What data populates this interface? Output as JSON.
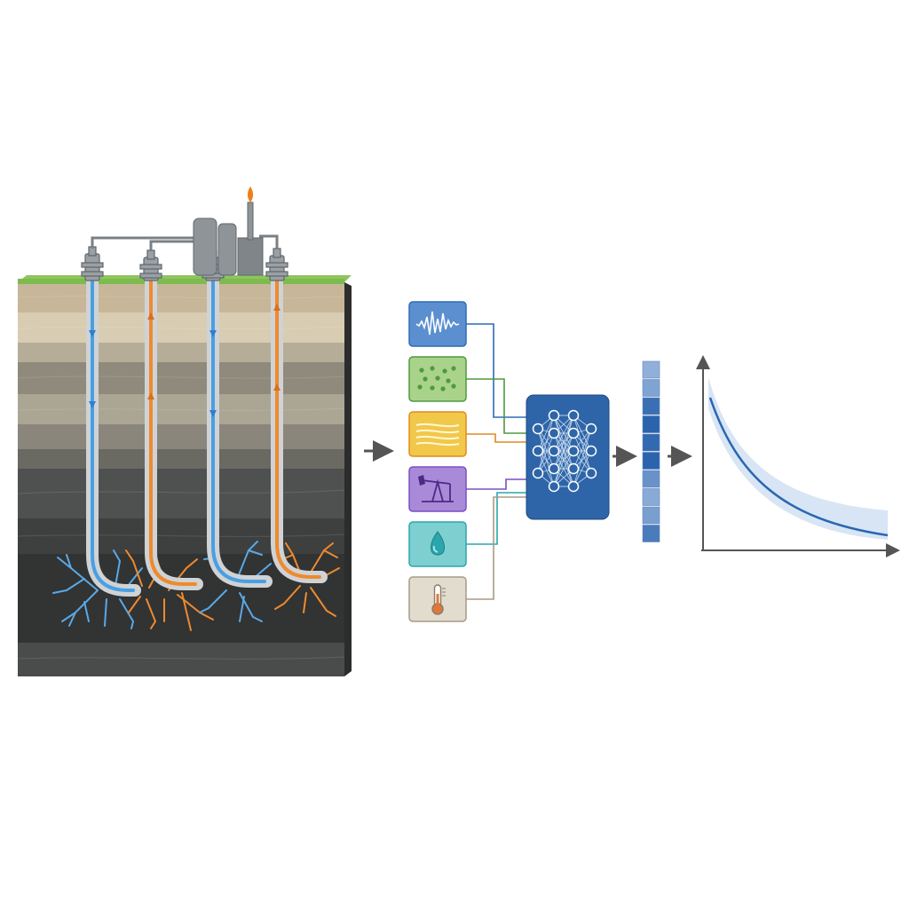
{
  "reservoir": {
    "wells": [
      {
        "id": "injector-1",
        "role": "injection",
        "color": "#4a9fe3"
      },
      {
        "id": "producer-1",
        "role": "production",
        "color": "#ef8a2e"
      },
      {
        "id": "injector-2",
        "role": "injection",
        "color": "#4a9fe3"
      },
      {
        "id": "producer-2",
        "role": "production",
        "color": "#ef8a2e"
      }
    ],
    "surface_color": "#7dbb4f"
  },
  "inputs": [
    {
      "name": "seismic-wave-icon",
      "fill": "#5b8fd0",
      "line": "#2f6bb5"
    },
    {
      "name": "porosity-dots-icon",
      "fill": "#a9d38a",
      "line": "#4f9a3c"
    },
    {
      "name": "sediment-layers-icon",
      "fill": "#f2c84b",
      "line": "#e08a1e"
    },
    {
      "name": "pumpjack-icon",
      "fill": "#a98ad8",
      "line": "#7a4fc4"
    },
    {
      "name": "water-drop-icon",
      "fill": "#7ecfd0",
      "line": "#2aa6ad"
    },
    {
      "name": "thermometer-icon",
      "fill": "#e2dccf",
      "line": "#a89a85"
    }
  ],
  "model": {
    "name": "neural-network-icon",
    "fill": "#2e65a8"
  },
  "latent": {
    "count": 10,
    "levels": [
      0.35,
      0.45,
      0.9,
      1,
      0.95,
      1,
      0.6,
      0.4,
      0.5,
      0.8
    ]
  },
  "forecast": {
    "trend": "decline",
    "with_uncertainty_band": true
  }
}
